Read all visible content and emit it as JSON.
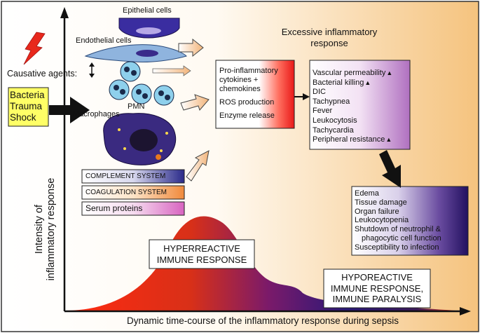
{
  "cause": {
    "label": "Causative agents:",
    "agents": [
      "Bacteria",
      "Trauma",
      "Shock"
    ]
  },
  "cells": {
    "epithelial": "Epithelial cells",
    "endothelial": "Endothelial cells",
    "pmn": "PMN",
    "macrophages": "Macrophages"
  },
  "systems": {
    "complement": "COMPLEMENT SYSTEM",
    "coagulation": "COAGULATION SYSTEM",
    "serum": "Serum proteins"
  },
  "excessive": {
    "line1": "Excessive inflammatory",
    "line2": "response"
  },
  "mediators": {
    "items": [
      "Pro-inflammatory",
      "cytokines +",
      "chemokines",
      "ROS production",
      "Enzyme release"
    ]
  },
  "effects": {
    "items": [
      "Vascular permeability",
      "Bacterial killing",
      "DIC",
      "Tachypnea",
      "Fever",
      "Leukocytosis",
      "Tachycardia",
      "Peripheral resistance"
    ]
  },
  "consequences": {
    "items": [
      "Edema",
      "Tissue damage",
      "Organ failure",
      "Leukocytopenia",
      "Shutdown of neutrophil &",
      "phagocytic cell function",
      "Susceptibility to infection"
    ]
  },
  "hyper": {
    "line1": "HYPERREACTIVE",
    "line2": "IMMUNE RESPONSE"
  },
  "hypo": {
    "line1": "HYPOREACTIVE",
    "line2": "IMMUNE RESPONSE,",
    "line3": "IMMUNE PARALYSIS"
  },
  "axes": {
    "y_line1": "Intensity of",
    "y_line2": "inflammatory response",
    "x": "Dynamic time-course of the inflammatory response during sepsis"
  },
  "colors": {
    "yellow": "#ffff66",
    "red": "#e83020",
    "purple": "#2a1a7a",
    "orange_bg": "#f6c98a"
  }
}
